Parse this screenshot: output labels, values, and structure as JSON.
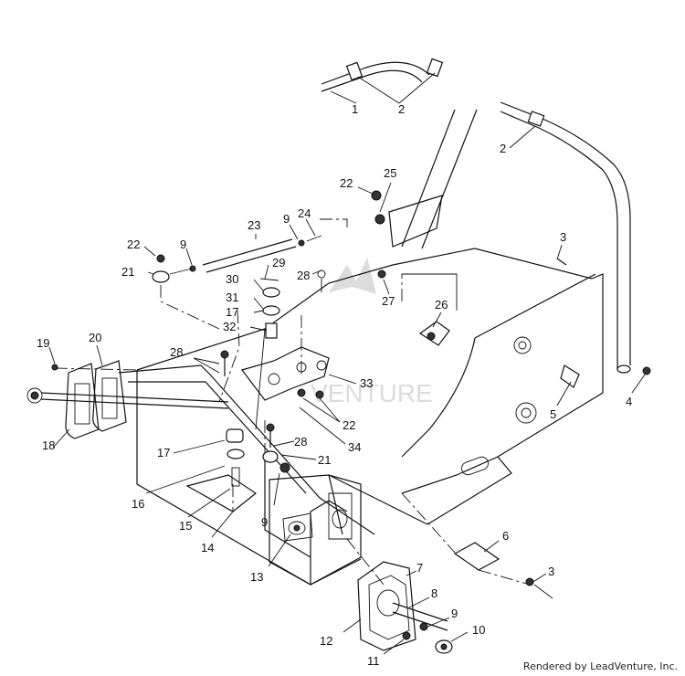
{
  "footer": {
    "text": "Rendered by LeadVenture, Inc."
  },
  "watermark": {
    "text": "VENTURE"
  },
  "callouts": [
    "1",
    "2",
    "2",
    "3",
    "4",
    "5",
    "3",
    "6",
    "7",
    "8",
    "9",
    "10",
    "11",
    "12",
    "13",
    "14",
    "15",
    "16",
    "9",
    "17",
    "18",
    "19",
    "20",
    "21",
    "22",
    "9",
    "23",
    "9",
    "24",
    "22",
    "25",
    "28",
    "29",
    "30",
    "31",
    "17",
    "32",
    "28",
    "33",
    "22",
    "34",
    "27",
    "26",
    "28",
    "21",
    "22"
  ]
}
